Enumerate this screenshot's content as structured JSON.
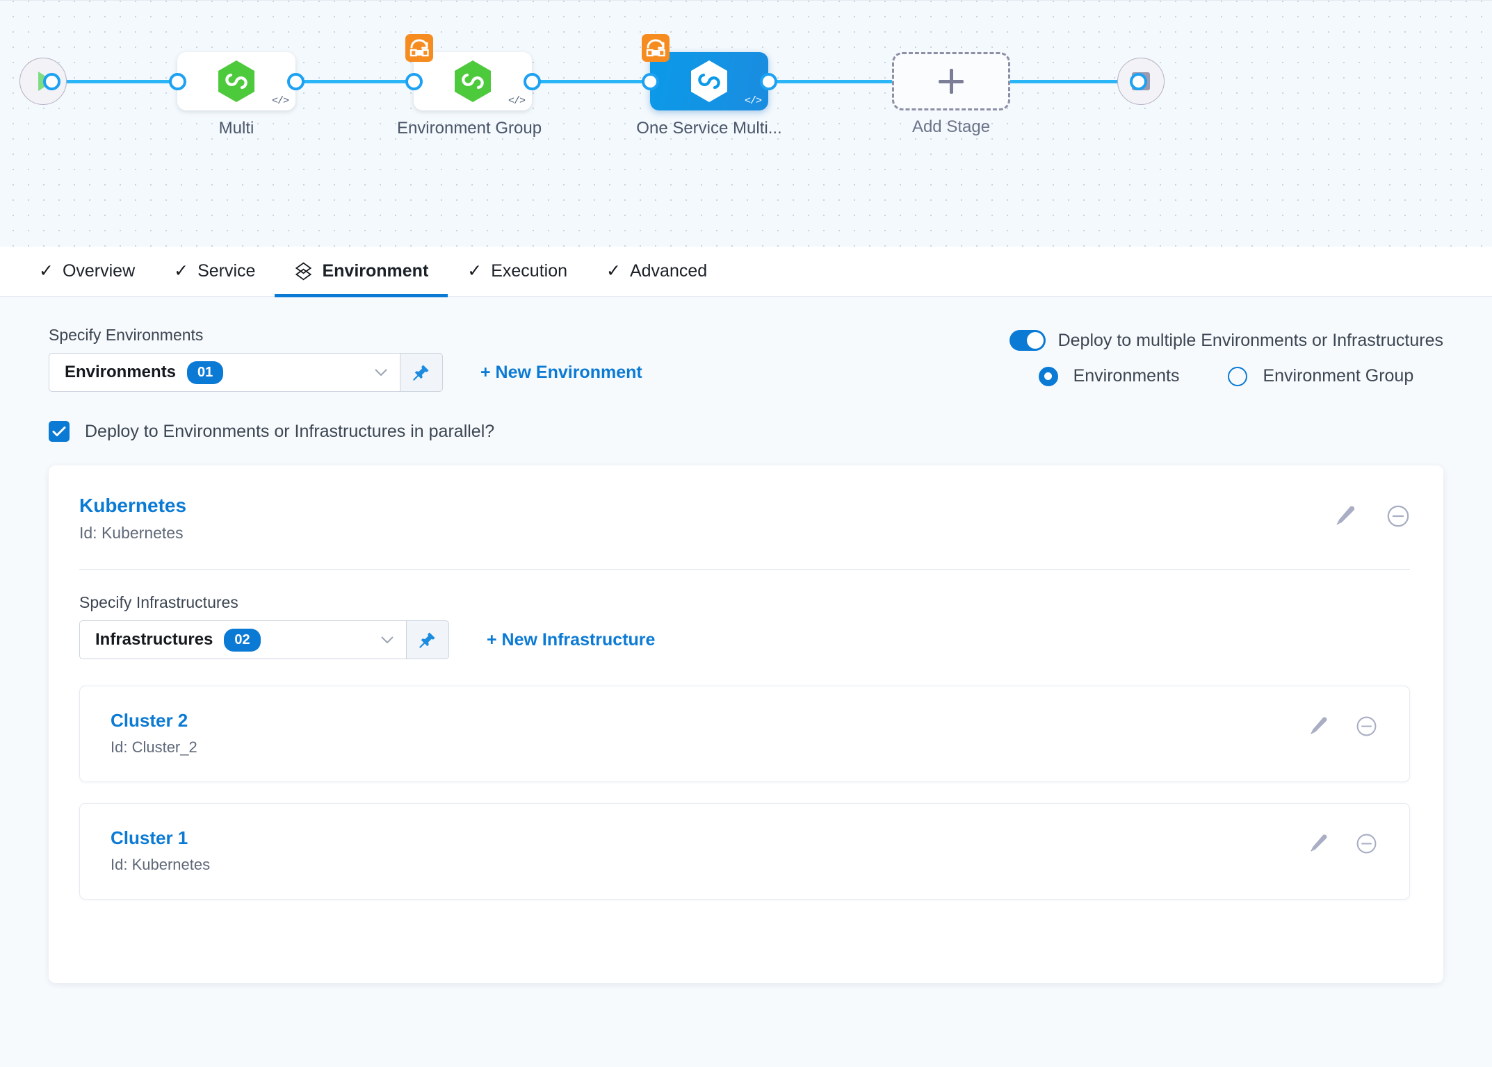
{
  "pipeline": {
    "start_icon": "play-icon",
    "end_icon": "stop-icon",
    "stages": [
      {
        "label": "Multi",
        "selected": false,
        "has_matrix_badge": false,
        "icon": "harness-hexagon-icon",
        "code_tag": "</>"
      },
      {
        "label": "Environment Group",
        "selected": false,
        "has_matrix_badge": true,
        "icon": "harness-hexagon-icon",
        "code_tag": "</>"
      },
      {
        "label": "One Service Multi...",
        "selected": true,
        "has_matrix_badge": true,
        "icon": "harness-hexagon-icon",
        "code_tag": "</>"
      }
    ],
    "add_stage": {
      "label": "Add Stage",
      "icon": "plus-icon"
    }
  },
  "tabs": [
    {
      "label": "Overview",
      "icon": "check-icon",
      "active": false
    },
    {
      "label": "Service",
      "icon": "check-icon",
      "active": false
    },
    {
      "label": "Environment",
      "icon": "layers-icon",
      "active": true
    },
    {
      "label": "Execution",
      "icon": "check-icon",
      "active": false
    },
    {
      "label": "Advanced",
      "icon": "check-icon",
      "active": false
    }
  ],
  "environments_section": {
    "label": "Specify Environments",
    "select_value": "Environments",
    "count": "01",
    "new_link": "+ New Environment"
  },
  "multi_deploy": {
    "toggle_label": "Deploy to multiple Environments or Infrastructures",
    "toggle_on": true,
    "options": [
      {
        "label": "Environments",
        "selected": true
      },
      {
        "label": "Environment Group",
        "selected": false
      }
    ]
  },
  "parallel": {
    "label": "Deploy to Environments or Infrastructures in parallel?",
    "checked": true
  },
  "environment": {
    "name": "Kubernetes",
    "id_label": "Id: Kubernetes",
    "edit_icon": "pencil-icon",
    "remove_icon": "minus-circle-icon"
  },
  "infrastructures_section": {
    "label": "Specify Infrastructures",
    "select_value": "Infrastructures",
    "count": "02",
    "new_link": "+ New Infrastructure"
  },
  "infrastructures": [
    {
      "name": "Cluster 2",
      "id_label": "Id: Cluster_2",
      "edit_icon": "pencil-icon",
      "remove_icon": "minus-circle-icon"
    },
    {
      "name": "Cluster 1",
      "id_label": "Id: Kubernetes",
      "edit_icon": "pencil-icon",
      "remove_icon": "minus-circle-icon"
    }
  ],
  "colors": {
    "accent_blue": "#0b7ad4",
    "rail_blue": "#29b5f6",
    "selected_stage": "#0b9ae8",
    "matrix_orange": "#f68c1f",
    "harness_green": "#4dc93c",
    "page_bg": "#f6fafd"
  }
}
